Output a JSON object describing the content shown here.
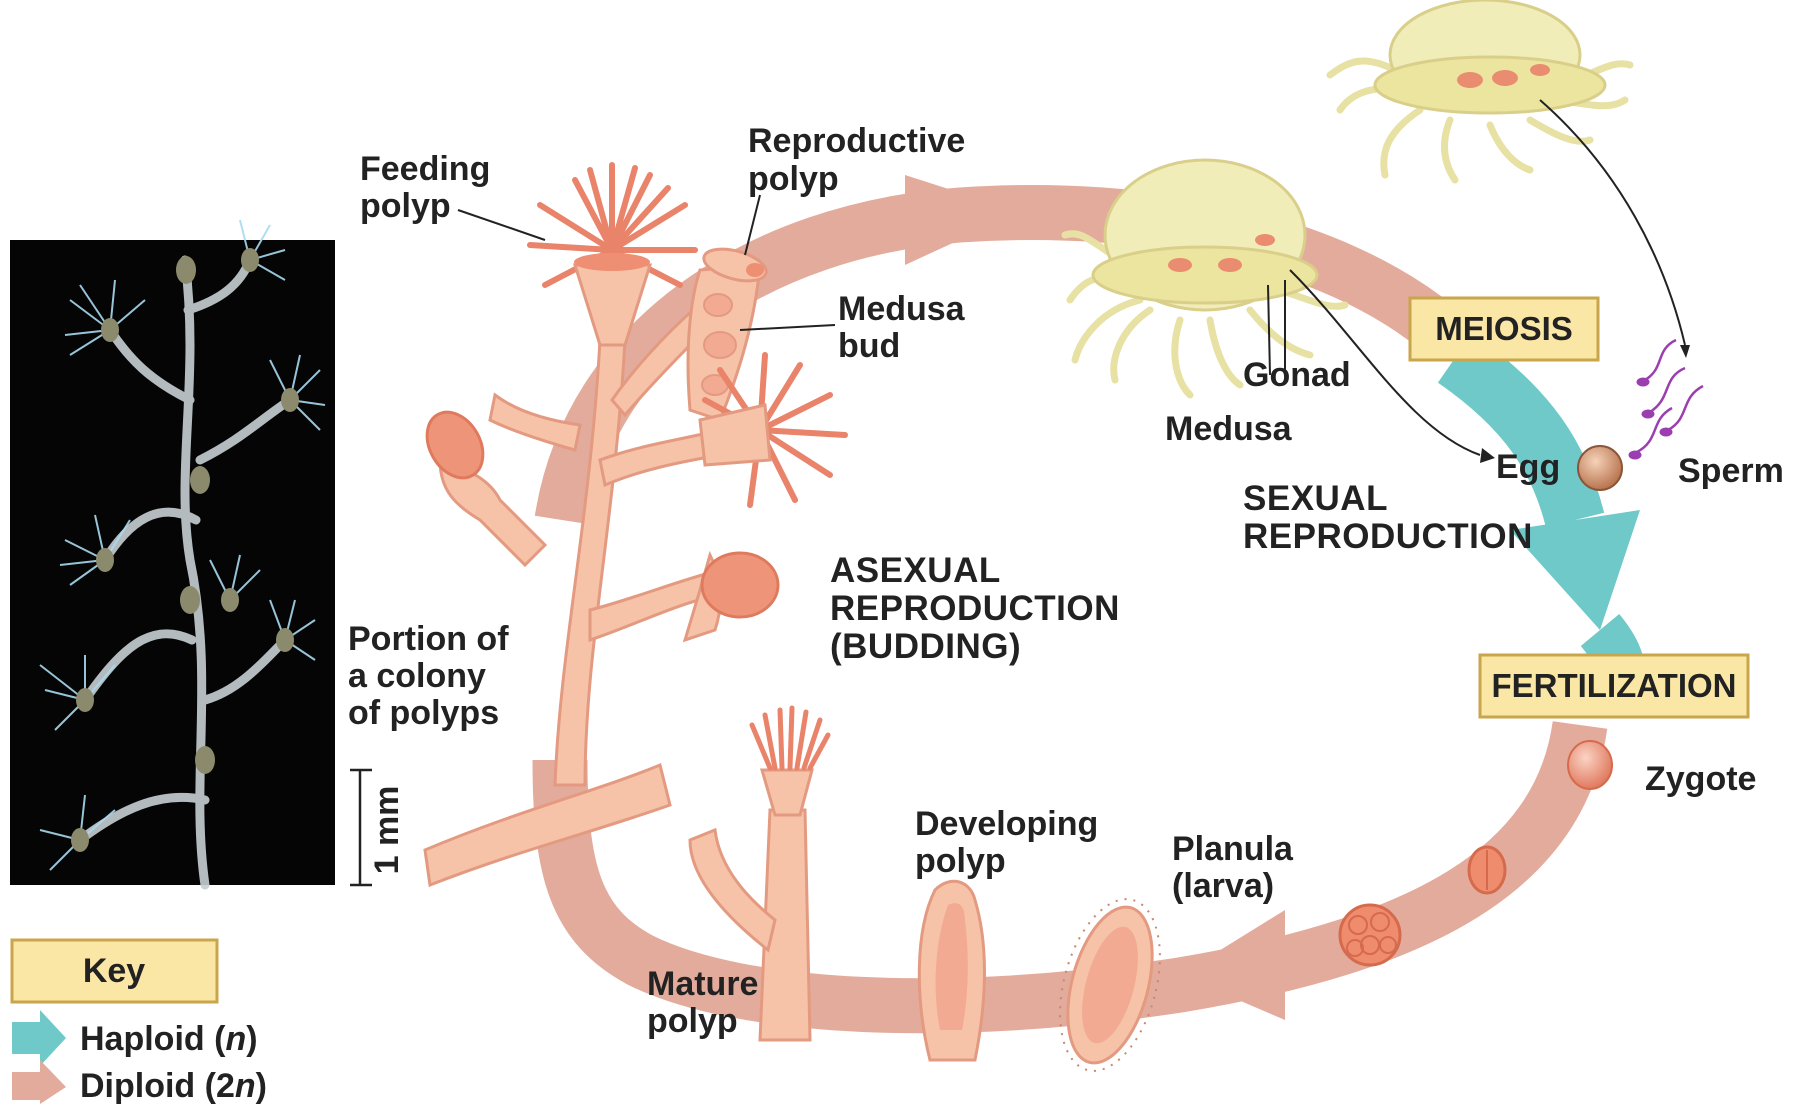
{
  "labels": {
    "feeding_polyp": [
      "Feeding",
      "polyp"
    ],
    "reproductive_polyp": [
      "Reproductive",
      "polyp"
    ],
    "medusa_bud": [
      "Medusa",
      "bud"
    ],
    "gonad": "Gonad",
    "medusa": "Medusa",
    "egg": "Egg",
    "sperm": "Sperm",
    "sexual_reproduction": [
      "SEXUAL",
      "REPRODUCTION"
    ],
    "asexual_reproduction": [
      "ASEXUAL",
      "REPRODUCTION",
      "(BUDDING)"
    ],
    "portion_colony": [
      "Portion of",
      "a colony",
      "of polyps"
    ],
    "scale": "1 mm",
    "developing_polyp": [
      "Developing",
      "polyp"
    ],
    "planula": [
      "Planula",
      "(larva)"
    ],
    "mature_polyp": [
      "Mature",
      "polyp"
    ],
    "zygote": "Zygote"
  },
  "boxes": {
    "meiosis": "MEIOSIS",
    "fertilization": "FERTILIZATION"
  },
  "key": {
    "title": "Key",
    "haploid_prefix": "Haploid (",
    "haploid_var": "n",
    "haploid_suffix": ")",
    "diploid_prefix": "Diploid (2",
    "diploid_var": "n",
    "diploid_suffix": ")"
  },
  "colors": {
    "diploid": "#e3ab9c",
    "haploid": "#6fc9c9",
    "box_fill": "#fbe7a5",
    "box_stroke": "#c9a64b",
    "polyp": "#f6c3a9",
    "polyp_stroke": "#e39a80",
    "medusa": "#f1edb9",
    "photo_bg": "#050505"
  }
}
